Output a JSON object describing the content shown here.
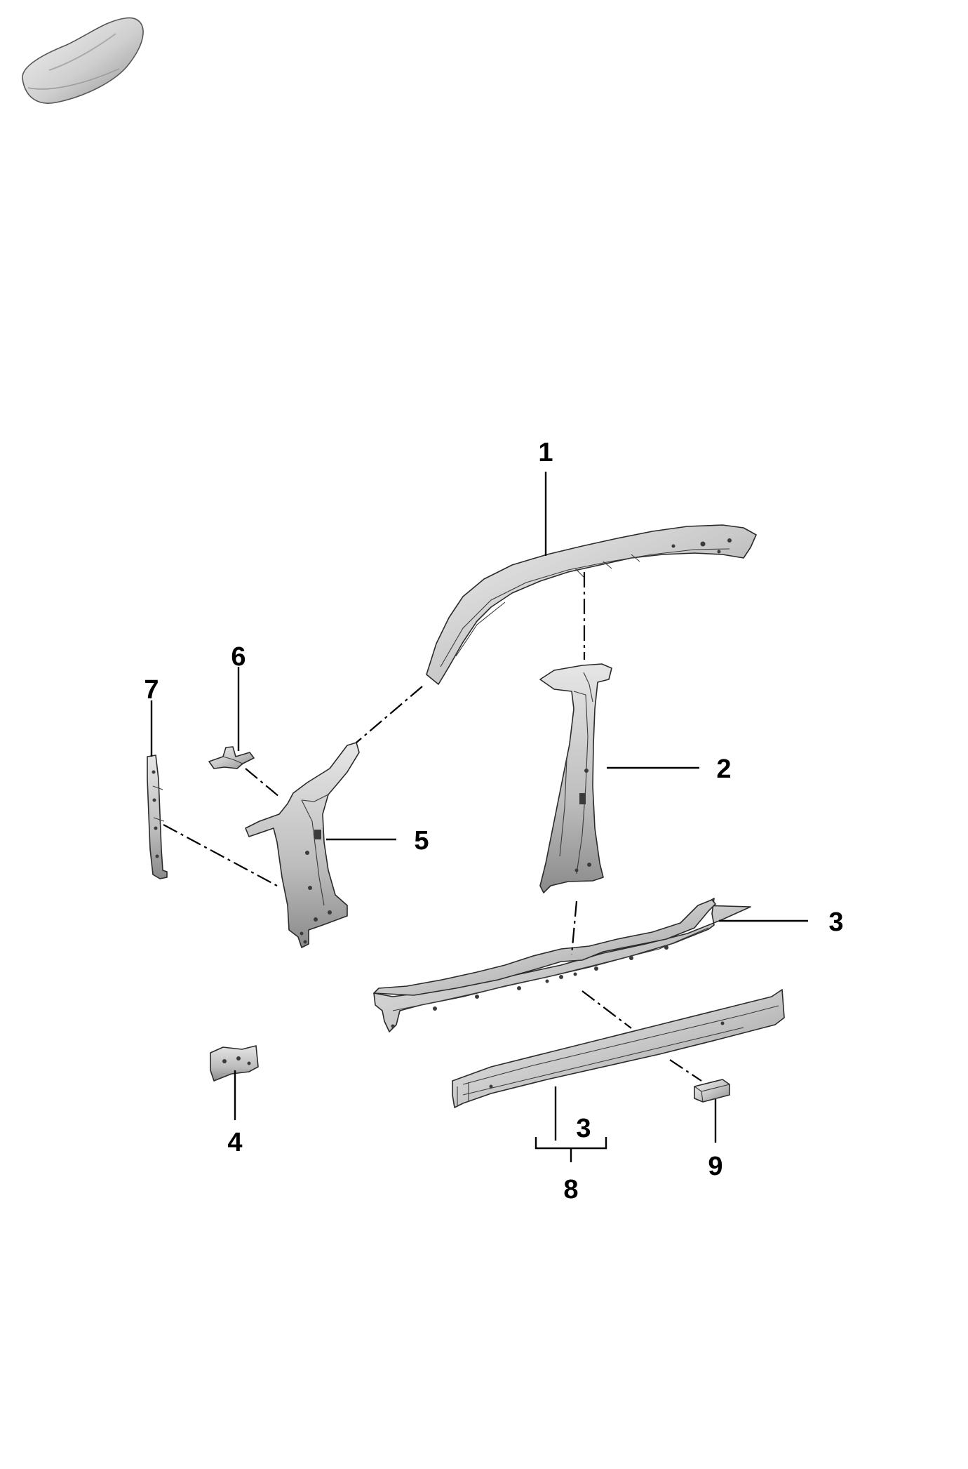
{
  "callouts": {
    "c1": "1",
    "c2": "2",
    "c3a": "3",
    "c3b": "3",
    "c4": "4",
    "c5": "5",
    "c6": "6",
    "c7": "7",
    "c8": "8",
    "c9": "9"
  },
  "icons": {
    "vehicle": "car-silhouette-icon"
  },
  "colors": {
    "part_fill_light": "#d9d9d9",
    "part_fill_dark": "#9a9a9a",
    "line": "#000000",
    "background": "#ffffff"
  }
}
